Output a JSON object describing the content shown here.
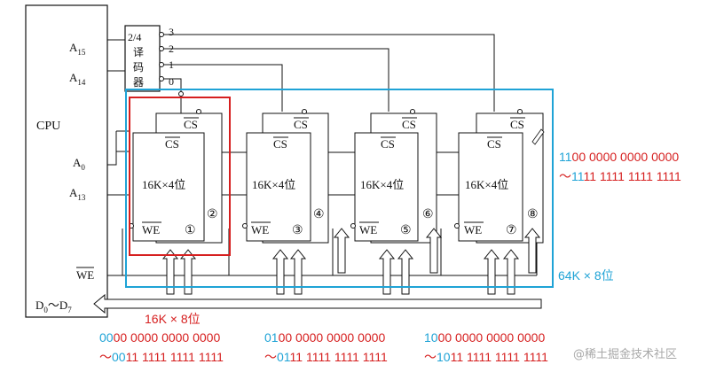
{
  "cpu": {
    "label": "CPU",
    "pins": {
      "a15": "A",
      "a15_sub": "15",
      "a14": "A",
      "a14_sub": "14",
      "a0": "A",
      "a0_sub": "0",
      "a13": "A",
      "a13_sub": "13",
      "we": "WE",
      "data": "D",
      "data_sub0": "0",
      "data_tilde": "～D",
      "data_sub7": "7"
    }
  },
  "decoder": {
    "line1": "2/4",
    "line2": "译",
    "line3": "码",
    "line4": "器",
    "outputs": [
      "0",
      "1",
      "2",
      "3"
    ]
  },
  "chips": [
    {
      "cs": "CS",
      "we": "WE",
      "capacity": "16K×4位",
      "num_a": "①",
      "num_b": "②"
    },
    {
      "cs": "CS",
      "we": "WE",
      "capacity": "16K×4位",
      "num_a": "③",
      "num_b": "④"
    },
    {
      "cs": "CS",
      "we": "WE",
      "capacity": "16K×4位",
      "num_a": "⑤",
      "num_b": "⑥"
    },
    {
      "cs": "CS",
      "we": "WE",
      "capacity": "16K×4位",
      "num_a": "⑦",
      "num_b": "⑧"
    }
  ],
  "group_labels": {
    "bank": "16K × 8位",
    "total": "64K × 8位"
  },
  "address_ranges": [
    {
      "start_prefix": "00",
      "start_rest": "00 0000 0000 0000",
      "end_tilde": "～",
      "end_prefix": "00",
      "end_rest": "11 1111 1111 1111"
    },
    {
      "start_prefix": "01",
      "start_rest": "00 0000 0000 0000",
      "end_tilde": "～",
      "end_prefix": "01",
      "end_rest": "11 1111 1111 1111"
    },
    {
      "start_prefix": "10",
      "start_rest": "00 0000 0000 0000",
      "end_tilde": "～",
      "end_prefix": "10",
      "end_rest": "11 1111 1111 1111"
    },
    {
      "start_prefix": "11",
      "start_rest": "00 0000 0000 0000",
      "end_tilde": "～",
      "end_prefix": "11",
      "end_rest": "11 1111 1111 1111"
    }
  ],
  "watermark": "@稀土掘金技术社区",
  "colors": {
    "highlight_blue": "#1fa3d6",
    "highlight_red": "#d61f1f",
    "line": "#111111"
  }
}
